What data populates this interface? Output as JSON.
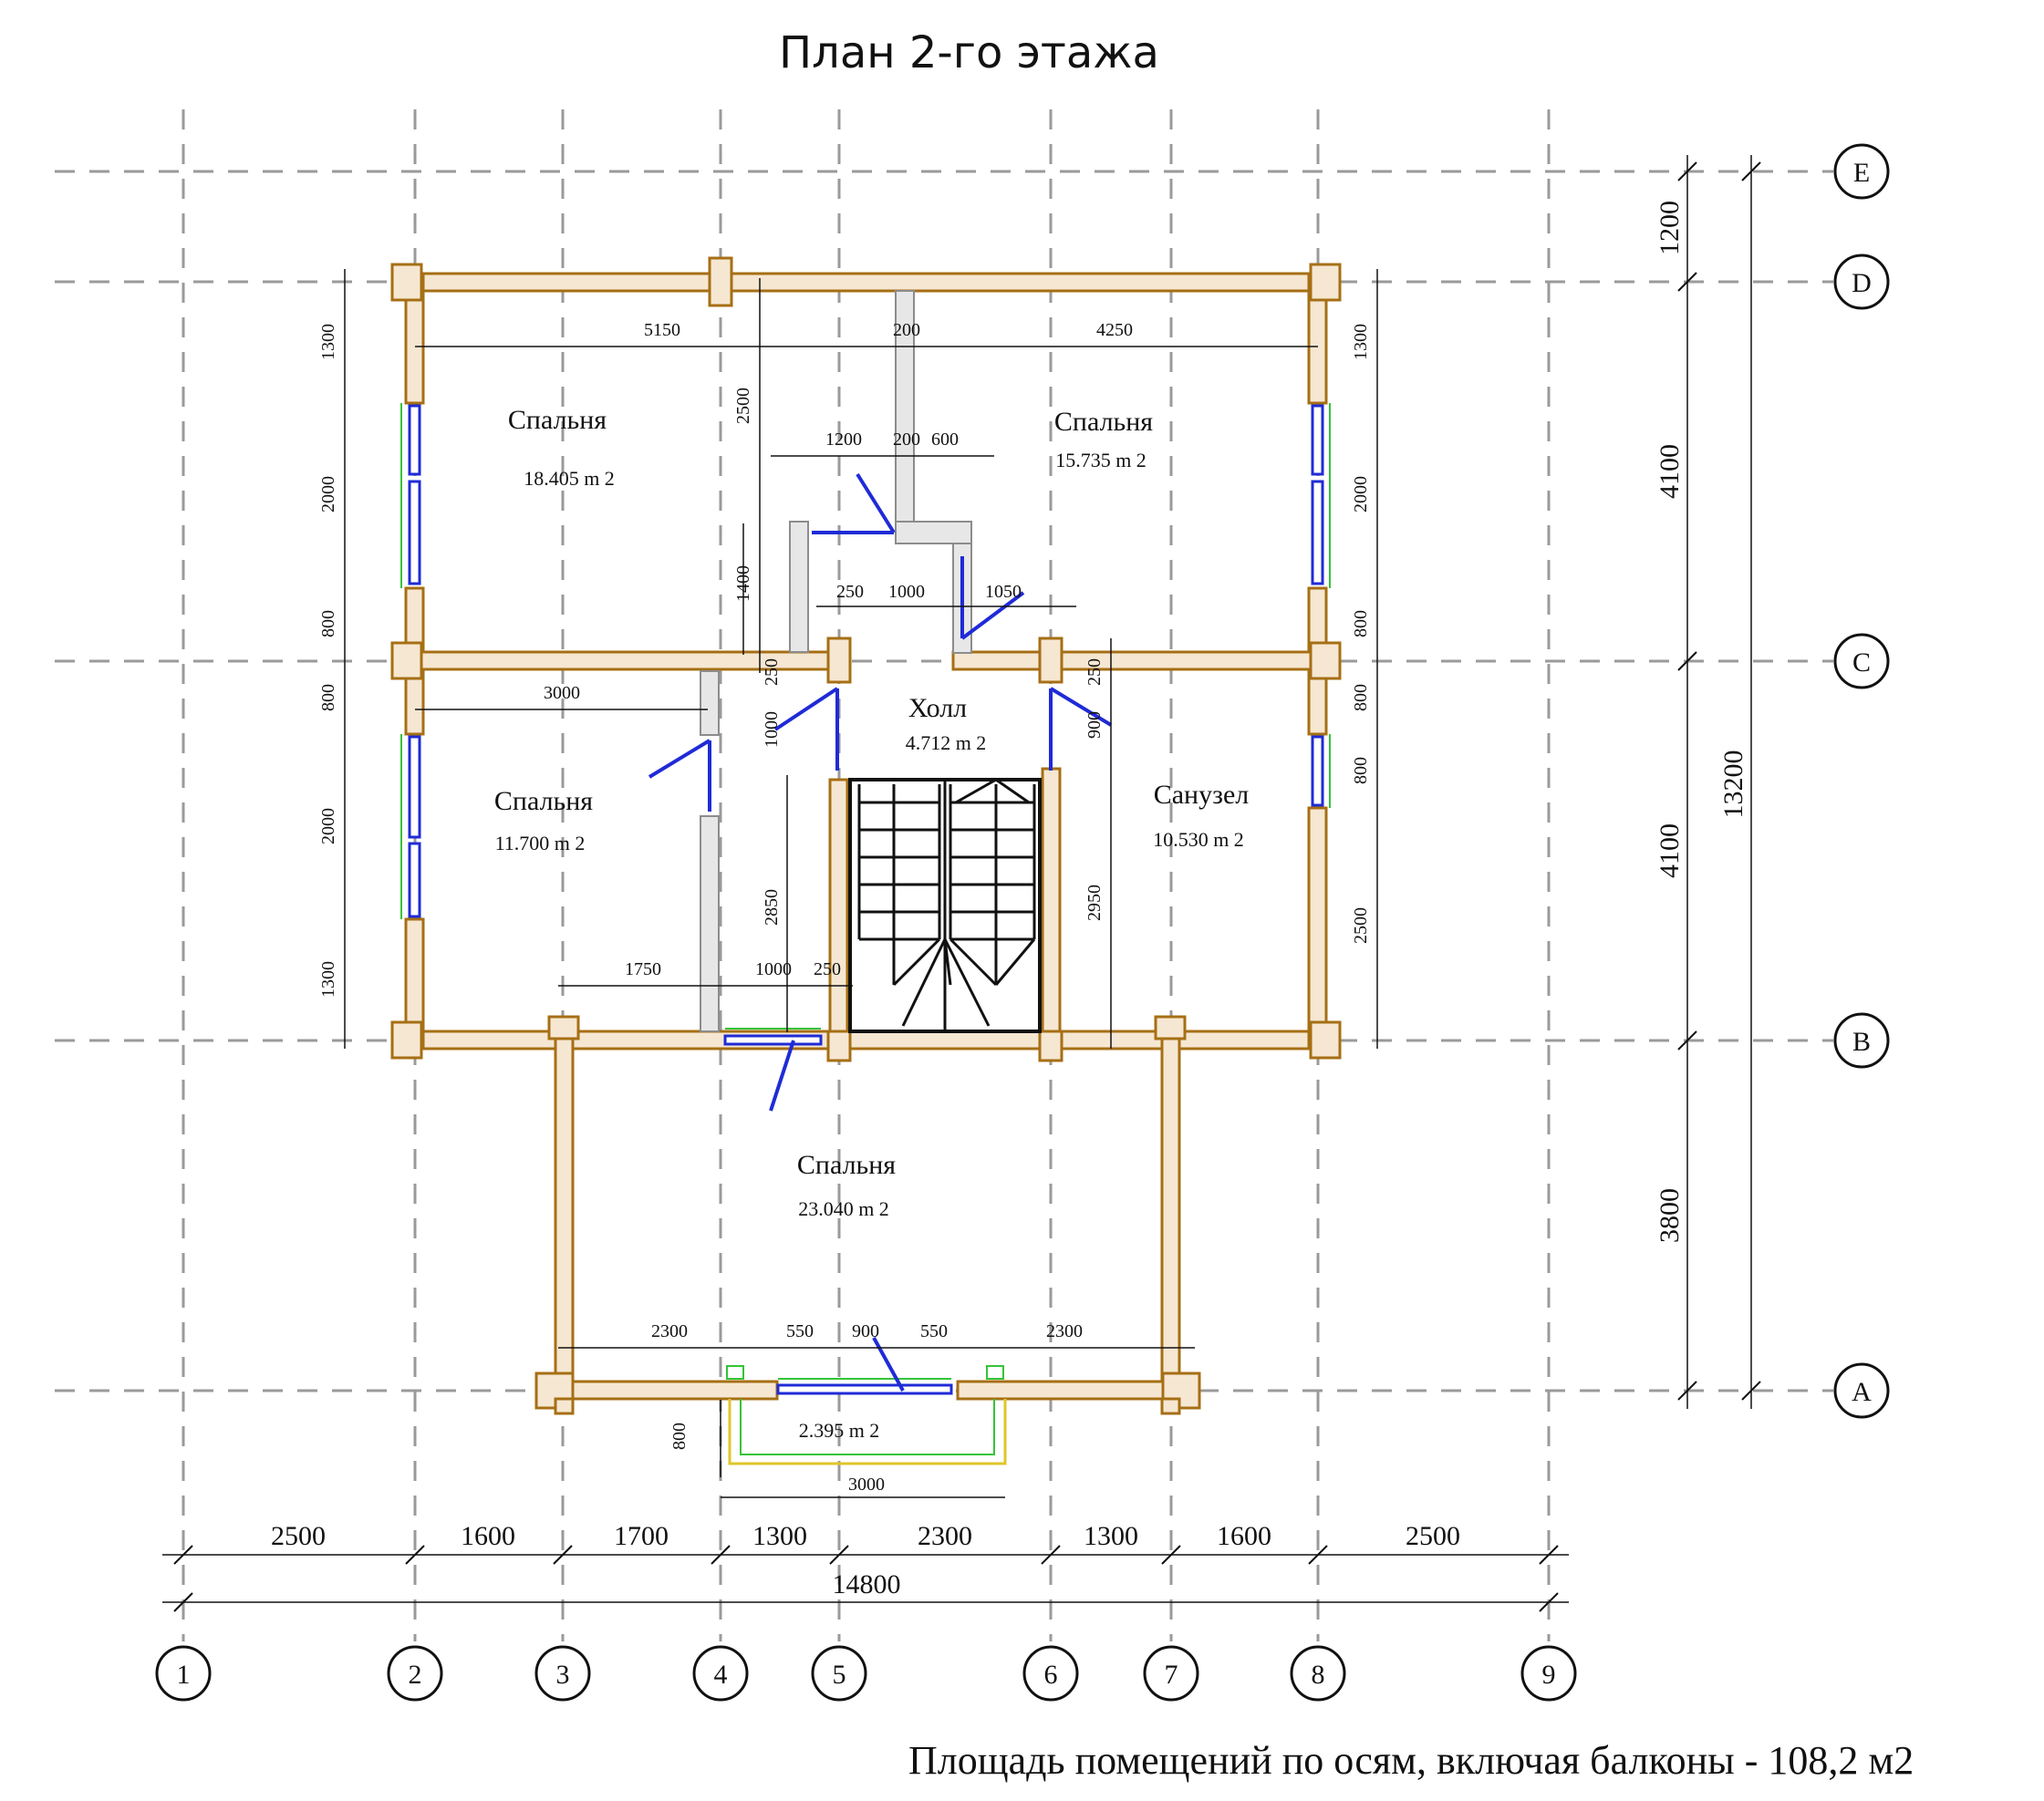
{
  "title": "План 2-го этажа",
  "footer": "Площадь помещений по осям, включая балконы - 108,2 м2",
  "axes": {
    "vertical": [
      "1",
      "2",
      "3",
      "4",
      "5",
      "6",
      "7",
      "8",
      "9"
    ],
    "horizontal": [
      "E",
      "D",
      "C",
      "B",
      "A"
    ]
  },
  "rooms": [
    {
      "name": "Спальня",
      "area": "18.405 m 2"
    },
    {
      "name": "Спальня",
      "area": "15.735 m 2"
    },
    {
      "name": "Холл",
      "area": "4.712 m 2"
    },
    {
      "name": "Спальня",
      "area": "11.700 m 2"
    },
    {
      "name": "Санузел",
      "area": "10.530 m 2"
    },
    {
      "name": "Спальня",
      "area": "23.040 m 2"
    },
    {
      "name": "",
      "area": "2.395 m 2"
    }
  ],
  "bottom_dims": [
    "2500",
    "1600",
    "1700",
    "1300",
    "2300",
    "1300",
    "1600",
    "2500"
  ],
  "bottom_total": "14800",
  "right_dims": [
    "1200",
    "4100",
    "4100",
    "3800"
  ],
  "right_total": "13200",
  "left_dims": [
    "1300",
    "2000",
    "800",
    "800",
    "2000",
    "1300"
  ],
  "right_inner_dims": [
    "1300",
    "2000",
    "800",
    "800",
    "800",
    "2500"
  ],
  "inner_dims": {
    "top_left": "5150",
    "top_mid": "200",
    "top_right": "4250",
    "p1200": "1200",
    "p200": "200",
    "p600": "600",
    "v2500": "2500",
    "v1400": "1400",
    "h250": "250",
    "h1000": "1000",
    "h1050": "1050",
    "v250a": "250",
    "v250b": "250",
    "v900": "900",
    "h3000": "3000",
    "v1000": "1000",
    "v2850": "2850",
    "v2950": "2950",
    "h1750": "1750",
    "h1000b": "1000",
    "h250b": "250",
    "b2300a": "2300",
    "b550a": "550",
    "b900": "900",
    "b550b": "550",
    "b2300b": "2300",
    "v800": "800",
    "h3000b": "3000"
  },
  "colors": {
    "wall": "#f6e7d2",
    "wall_edge": "#a66f14",
    "window": "#1f2bd6",
    "partition": "#bdbdbd",
    "axis": "#9a9a9a"
  }
}
